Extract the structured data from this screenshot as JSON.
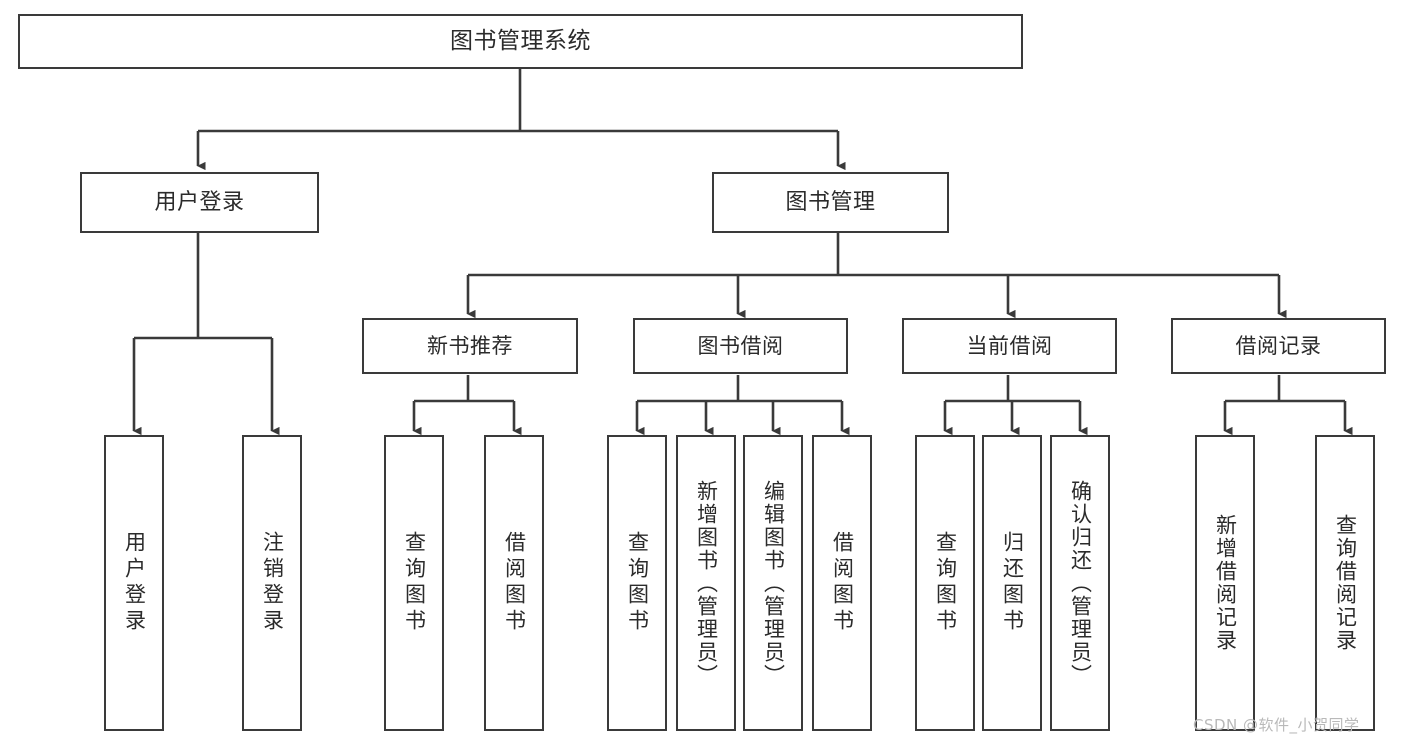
{
  "diagram": {
    "title": "图书管理系统",
    "type": "tree-hierarchy-chart",
    "watermark": "CSDN @软件_小贺同学",
    "colors": {
      "stroke": "#3a3a3a",
      "fill": "#ffffff",
      "text": "#2b2b2b",
      "watermark": "#b9b9b9",
      "background": "#ffffff"
    },
    "root": {
      "id": "root",
      "label": "图书管理系统"
    },
    "level1": [
      {
        "id": "user-login",
        "label": "用户登录"
      },
      {
        "id": "book-manage",
        "label": "图书管理"
      }
    ],
    "level2": [
      {
        "id": "new-book-recommend",
        "label": "新书推荐",
        "parent": "book-manage"
      },
      {
        "id": "book-borrow",
        "label": "图书借阅",
        "parent": "book-manage"
      },
      {
        "id": "current-borrow",
        "label": "当前借阅",
        "parent": "book-manage"
      },
      {
        "id": "borrow-record",
        "label": "借阅记录",
        "parent": "book-manage"
      }
    ],
    "leaves": [
      {
        "id": "leaf-user-login",
        "label": "用户登录",
        "parent": "user-login"
      },
      {
        "id": "leaf-user-logout",
        "label": "注销登录",
        "parent": "user-login"
      },
      {
        "id": "leaf-rec-query-book",
        "label": "查询图书",
        "parent": "new-book-recommend"
      },
      {
        "id": "leaf-rec-borrow-book",
        "label": "借阅图书",
        "parent": "new-book-recommend"
      },
      {
        "id": "leaf-bor-query-book",
        "label": "查询图书",
        "parent": "book-borrow"
      },
      {
        "id": "leaf-bor-add-book",
        "label": "新增图书（管理员）",
        "parent": "book-borrow"
      },
      {
        "id": "leaf-bor-edit-book",
        "label": "编辑图书（管理员）",
        "parent": "book-borrow"
      },
      {
        "id": "leaf-bor-borrow-book",
        "label": "借阅图书",
        "parent": "book-borrow"
      },
      {
        "id": "leaf-cur-query-book",
        "label": "查询图书",
        "parent": "current-borrow"
      },
      {
        "id": "leaf-cur-return-book",
        "label": "归还图书",
        "parent": "current-borrow"
      },
      {
        "id": "leaf-cur-confirm",
        "label": "确认归还（管理员）",
        "parent": "current-borrow"
      },
      {
        "id": "leaf-rec-add-record",
        "label": "新增借阅记录",
        "parent": "borrow-record"
      },
      {
        "id": "leaf-rec-query-record",
        "label": "查询借阅记录",
        "parent": "borrow-record"
      }
    ]
  }
}
